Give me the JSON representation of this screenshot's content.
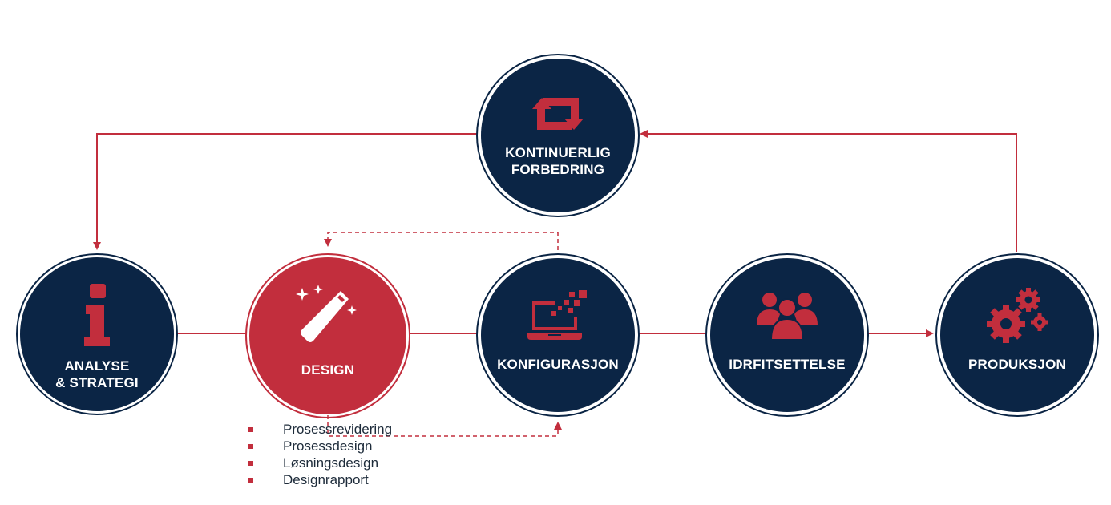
{
  "colors": {
    "navy": "#0b2545",
    "red": "#c22e3d",
    "white": "#ffffff"
  },
  "nodes": {
    "kontinuerlig": {
      "label": "KONTINUERLIG\nFORBEDRING",
      "icon": "refresh-arrows-icon"
    },
    "analyse": {
      "label": "ANALYSE\n& STRATEGI",
      "icon": "info-icon"
    },
    "design": {
      "label": "DESIGN",
      "icon": "magic-wand-icon"
    },
    "konfigurasjon": {
      "label": "KONFIGURASJON",
      "icon": "laptop-pixels-icon"
    },
    "idrifts": {
      "label": "IDRFITSETTELSE",
      "icon": "users-group-icon"
    },
    "produksjon": {
      "label": "PRODUKSJON",
      "icon": "gears-icon"
    }
  },
  "design_list": [
    "Prosessrevidering",
    "Prosessdesign",
    "Løsningsdesign",
    "Designrapport"
  ]
}
